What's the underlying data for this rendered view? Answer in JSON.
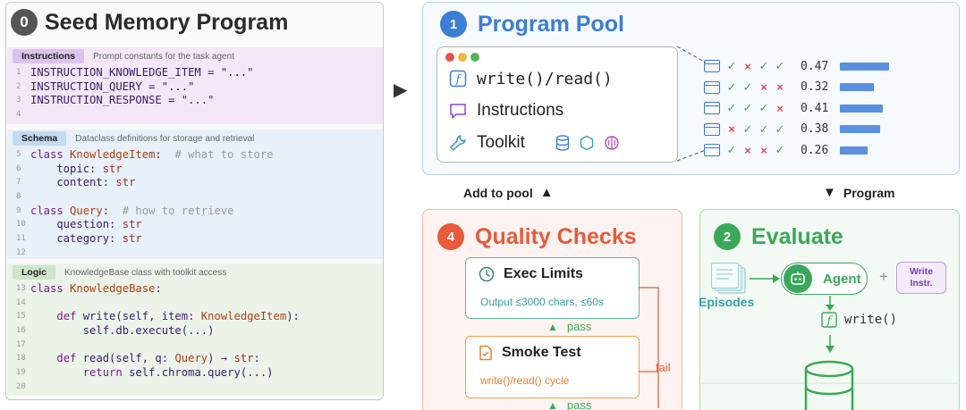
{
  "seed": {
    "step": "0",
    "title": "Seed Memory Program",
    "sections": {
      "instructions": {
        "tag": "Instructions",
        "desc": "Prompt constants for the task agent",
        "lines": [
          {
            "n": "1",
            "code": "INSTRUCTION_KNOWLEDGE_ITEM = \"...\""
          },
          {
            "n": "2",
            "code": "INSTRUCTION_QUERY = \"...\""
          },
          {
            "n": "3",
            "code": "INSTRUCTION_RESPONSE = \"...\""
          },
          {
            "n": "4",
            "code": ""
          }
        ]
      },
      "schema": {
        "tag": "Schema",
        "desc": "Dataclass definitions for storage and retrieval",
        "lines": [
          {
            "n": "5",
            "code": "class KnowledgeItem:  # what to store"
          },
          {
            "n": "6",
            "code": "    topic: str"
          },
          {
            "n": "7",
            "code": "    content: str"
          },
          {
            "n": "8",
            "code": ""
          },
          {
            "n": "9",
            "code": "class Query:  # how to retrieve"
          },
          {
            "n": "10",
            "code": "    question: str"
          },
          {
            "n": "11",
            "code": "    category: str"
          },
          {
            "n": "12",
            "code": ""
          }
        ]
      },
      "logic": {
        "tag": "Logic",
        "desc": "KnowledgeBase class with toolkit access",
        "lines": [
          {
            "n": "13",
            "code": "class KnowledgeBase:"
          },
          {
            "n": "14",
            "code": ""
          },
          {
            "n": "15",
            "code": "    def write(self, item: KnowledgeItem):"
          },
          {
            "n": "16",
            "code": "        self.db.execute(...)"
          },
          {
            "n": "17",
            "code": ""
          },
          {
            "n": "18",
            "code": "    def read(self, q: Query) → str:"
          },
          {
            "n": "19",
            "code": "        return self.chroma.query(...)"
          },
          {
            "n": "20",
            "code": ""
          }
        ]
      }
    }
  },
  "pool": {
    "step": "1",
    "title": "Program Pool",
    "card": {
      "rows": [
        {
          "icon": "function-icon",
          "label": "write()/read()"
        },
        {
          "icon": "chat-icon",
          "label": "Instructions"
        },
        {
          "icon": "wrench-icon",
          "label": "Toolkit"
        }
      ]
    },
    "programs": [
      {
        "marks": [
          "ok",
          "bad",
          "ok",
          "ok"
        ],
        "score": "0.47",
        "value": 0.47
      },
      {
        "marks": [
          "ok",
          "ok",
          "bad",
          "bad"
        ],
        "score": "0.32",
        "value": 0.32
      },
      {
        "marks": [
          "ok",
          "ok",
          "ok",
          "bad"
        ],
        "score": "0.41",
        "value": 0.41
      },
      {
        "marks": [
          "bad",
          "ok",
          "ok",
          "ok"
        ],
        "score": "0.38",
        "value": 0.38
      },
      {
        "marks": [
          "ok",
          "bad",
          "bad",
          "ok"
        ],
        "score": "0.26",
        "value": 0.26
      }
    ],
    "colors": {
      "accent": "#3a7fd5",
      "bar": "#5b8fe0"
    }
  },
  "flow": {
    "add_to_pool": "Add to pool",
    "program": "Program"
  },
  "quality": {
    "step": "4",
    "title": "Quality Checks",
    "exec": {
      "title": "Exec Limits",
      "sub": "Output ≤3000 chars, ≤60s"
    },
    "smoke": {
      "title": "Smoke Test",
      "sub": "write()/read() cycle"
    },
    "pass": "pass",
    "fail": "fail"
  },
  "evaluate": {
    "step": "2",
    "title": "Evaluate",
    "agent": "Agent",
    "write_instr": [
      "Write",
      "Instr."
    ],
    "episodes": "Episodes",
    "write_call": "write()"
  }
}
